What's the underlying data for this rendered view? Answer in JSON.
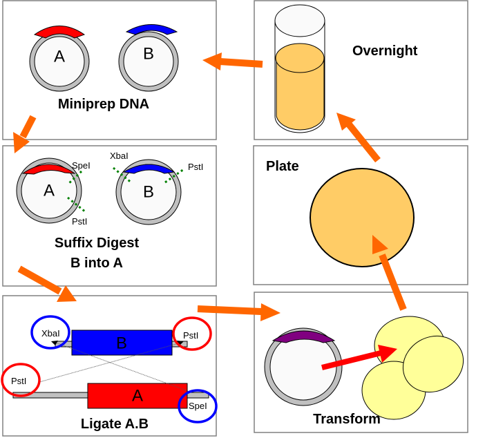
{
  "panels": {
    "miniprep": {
      "title": "Miniprep DNA",
      "plasmid_a_label": "A",
      "plasmid_b_label": "B"
    },
    "digest": {
      "title_line1": "Suffix Digest",
      "title_line2": "B into A",
      "plasmid_a_label": "A",
      "plasmid_b_label": "B",
      "a_site_top": "SpeI",
      "a_site_bottom": "PstI",
      "b_site_left": "XbaI",
      "b_site_right": "PstI"
    },
    "ligate": {
      "title": "Ligate A.B",
      "fragment_b_label": "B",
      "fragment_a_label": "A",
      "b_left_site": "XbaI",
      "b_right_site": "PstI",
      "a_left_site": "PstI",
      "a_right_site": "SpeI"
    },
    "transform": {
      "title": "Transform"
    },
    "plate": {
      "title": "Plate"
    },
    "overnight": {
      "title": "Overnight"
    }
  },
  "colors": {
    "insert_a": "#ff0000",
    "insert_b": "#0000ff",
    "insert_ab": "#800080",
    "plasmid_backbone": "#c0c0c0",
    "flow_arrow": "#ff6600",
    "transform_arrow": "#ff0000",
    "culture": "#ffcc66",
    "cells": "#ffff99",
    "cut_site": "#008000",
    "xbai_circle": "#0000ff",
    "psti_circle": "#ff0000",
    "panel_border": "#808080"
  }
}
